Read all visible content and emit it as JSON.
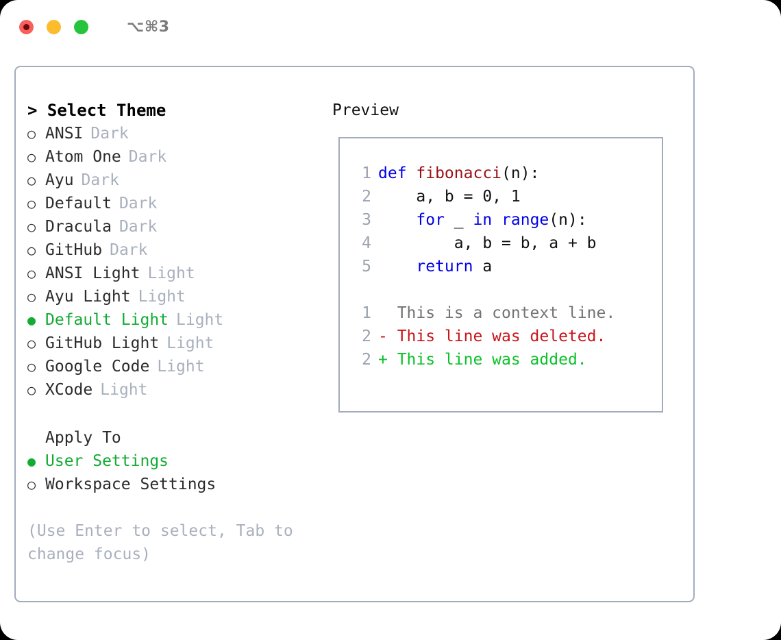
{
  "titlebar": {
    "shortcut": "⌥⌘3",
    "traffic_lights": [
      {
        "name": "close",
        "color": "#f9605d"
      },
      {
        "name": "minimize",
        "color": "#fbbd2e"
      },
      {
        "name": "maximize",
        "color": "#24c53c"
      }
    ]
  },
  "colors": {
    "accent_green": "#12ab34",
    "border": "#a2acbd",
    "muted": "#a9b0bd",
    "keyword_blue": "#0000e8",
    "function_red": "#9c1016",
    "diff_deleted": "#c7161a",
    "diff_added": "#0bc22a",
    "context_gray": "#737373"
  },
  "theme_panel": {
    "heading": "> Select Theme",
    "options": [
      {
        "marker": "○",
        "name": "ANSI",
        "category": "Dark",
        "selected": false
      },
      {
        "marker": "○",
        "name": "Atom One",
        "category": "Dark",
        "selected": false
      },
      {
        "marker": "○",
        "name": "Ayu",
        "category": "Dark",
        "selected": false
      },
      {
        "marker": "○",
        "name": "Default",
        "category": "Dark",
        "selected": false
      },
      {
        "marker": "○",
        "name": "Dracula",
        "category": "Dark",
        "selected": false
      },
      {
        "marker": "○",
        "name": "GitHub",
        "category": "Dark",
        "selected": false
      },
      {
        "marker": "○",
        "name": "ANSI Light",
        "category": "Light",
        "selected": false
      },
      {
        "marker": "○",
        "name": "Ayu Light",
        "category": "Light",
        "selected": false
      },
      {
        "marker": "●",
        "name": "Default Light",
        "category": "Light",
        "selected": true
      },
      {
        "marker": "○",
        "name": "GitHub Light",
        "category": "Light",
        "selected": false
      },
      {
        "marker": "○",
        "name": "Google Code",
        "category": "Light",
        "selected": false
      },
      {
        "marker": "○",
        "name": "XCode",
        "category": "Light",
        "selected": false
      }
    ]
  },
  "apply_to": {
    "heading": "Apply To",
    "options": [
      {
        "marker": "●",
        "name": "User Settings",
        "selected": true
      },
      {
        "marker": "○",
        "name": "Workspace Settings",
        "selected": false
      }
    ]
  },
  "hint": "(Use Enter to select, Tab to change focus)",
  "preview": {
    "title": "Preview",
    "code_lines": [
      {
        "no": "1",
        "segments": [
          {
            "text": "def ",
            "style": "kw"
          },
          {
            "text": "fibonacci",
            "style": "fn"
          },
          {
            "text": "(n):",
            "style": "plain"
          }
        ]
      },
      {
        "no": "2",
        "segments": [
          {
            "text": "    a, b = 0, 1",
            "style": "plain"
          }
        ]
      },
      {
        "no": "3",
        "segments": [
          {
            "text": "    ",
            "style": "plain"
          },
          {
            "text": "for",
            "style": "kw"
          },
          {
            "text": " _ ",
            "style": "plain"
          },
          {
            "text": "in",
            "style": "kw"
          },
          {
            "text": " ",
            "style": "plain"
          },
          {
            "text": "range",
            "style": "kw"
          },
          {
            "text": "(n):",
            "style": "plain"
          }
        ]
      },
      {
        "no": "4",
        "segments": [
          {
            "text": "        a, b = b, a + b",
            "style": "plain"
          }
        ]
      },
      {
        "no": "5",
        "segments": [
          {
            "text": "    ",
            "style": "plain"
          },
          {
            "text": "return",
            "style": "kw"
          },
          {
            "text": " a",
            "style": "plain"
          }
        ]
      }
    ],
    "diff_lines": [
      {
        "no": "1",
        "marker": " ",
        "text": "  This is a context line.",
        "style": "ctx"
      },
      {
        "no": "2",
        "marker": "-",
        "text": "- This line was deleted.",
        "style": "del"
      },
      {
        "no": "2",
        "marker": "+",
        "text": "+ This line was added.",
        "style": "add"
      }
    ]
  }
}
